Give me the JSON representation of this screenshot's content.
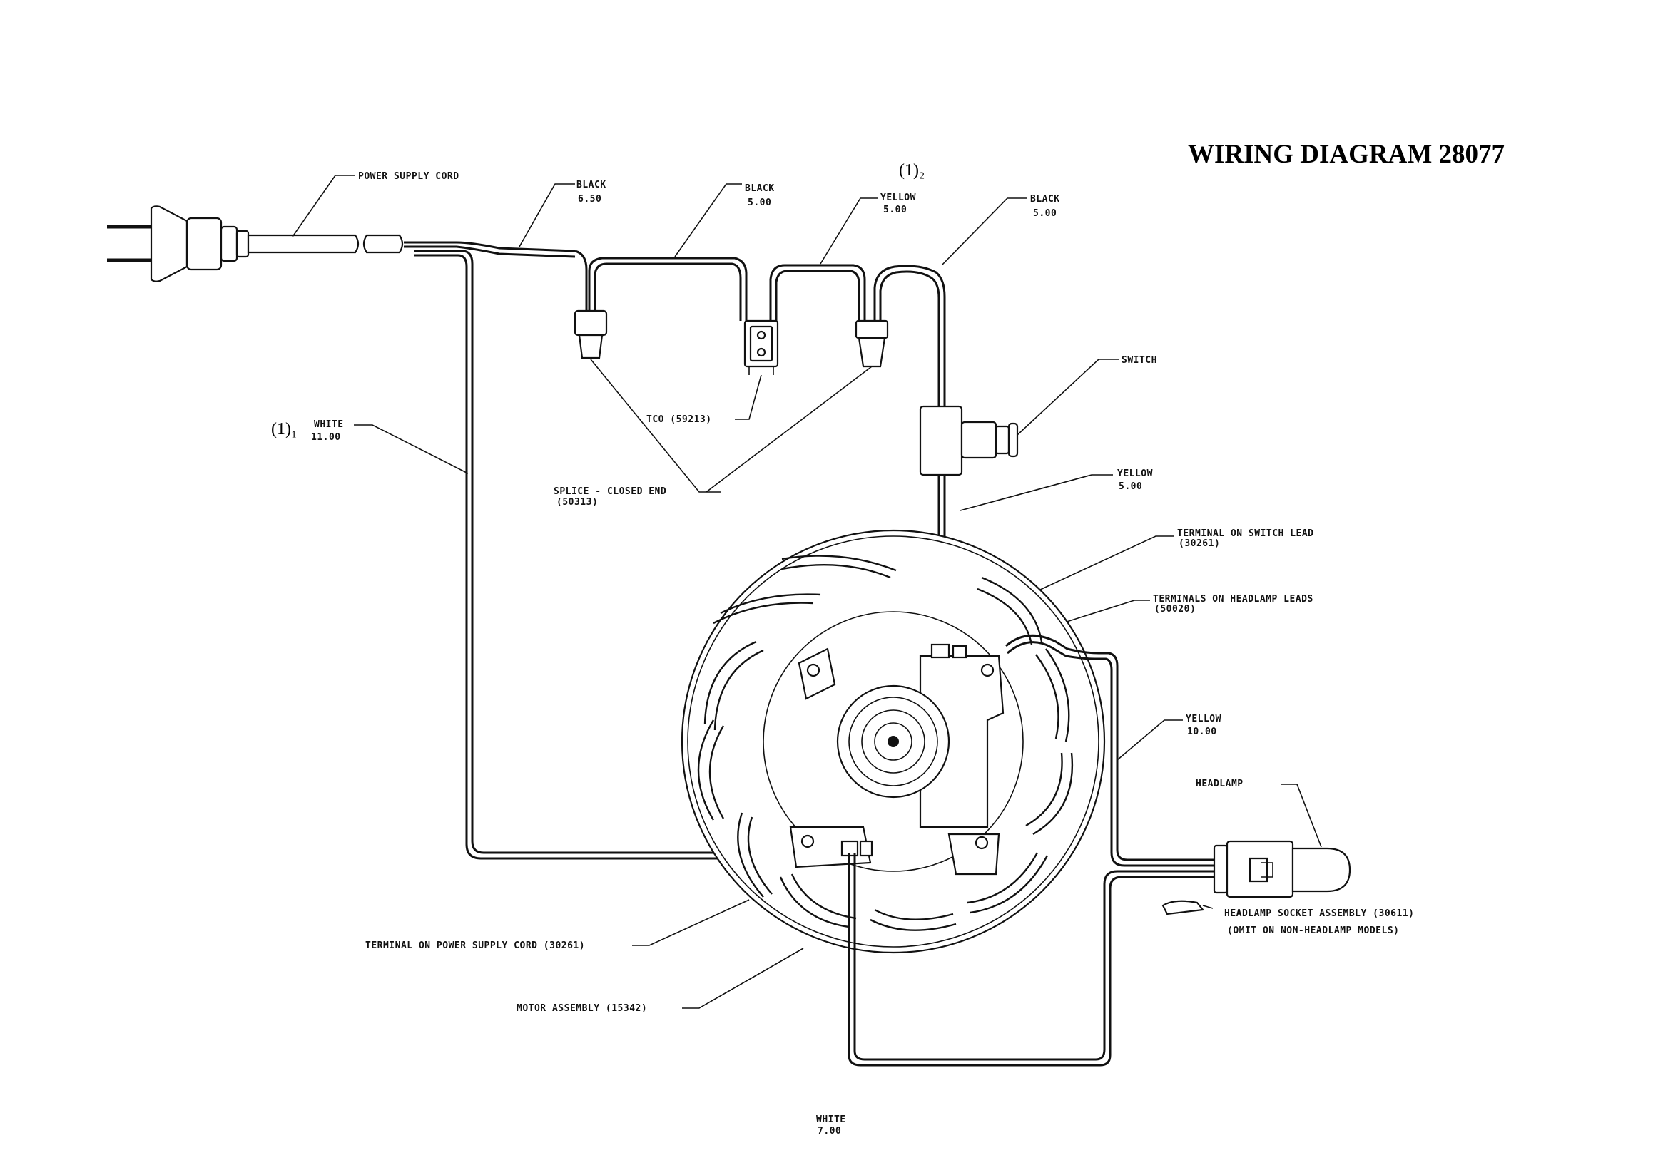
{
  "title": "WIRING DIAGRAM 28077",
  "labels": {
    "power_supply_cord": "POWER SUPPLY CORD",
    "black_1_color": "BLACK",
    "black_1_len": "6.50",
    "black_2_color": "BLACK",
    "black_2_len": "5.00",
    "yellow_1_color": "YELLOW",
    "yellow_1_len": "5.00",
    "black_3_color": "BLACK",
    "black_3_len": "5.00",
    "note_2": "(1)₂",
    "note_1": "(1)₁",
    "white_1_color": "WHITE",
    "white_1_len": "11.00",
    "tco": "TCO (59213)",
    "splice": "SPLICE - CLOSED END",
    "splice_part": "(50313)",
    "switch": "SWITCH",
    "yellow_2_color": "YELLOW",
    "yellow_2_len": "5.00",
    "terminal_switch_lead": "TERMINAL ON SWITCH LEAD",
    "terminal_switch_lead_part": "(30261)",
    "terminals_headlamp_leads": "TERMINALS ON HEADLAMP LEADS",
    "terminals_headlamp_leads_part": "(50020)",
    "yellow_3_color": "YELLOW",
    "yellow_3_len": "10.00",
    "headlamp": "HEADLAMP",
    "headlamp_socket": "HEADLAMP SOCKET ASSEMBLY (30611)",
    "headlamp_socket_note": "(OMIT ON NON-HEADLAMP MODELS)",
    "terminal_power_cord": "TERMINAL ON POWER SUPPLY CORD (30261)",
    "motor_assembly": "MOTOR ASSEMBLY (15342)",
    "white_2_color": "WHITE",
    "white_2_len": "7.00"
  }
}
